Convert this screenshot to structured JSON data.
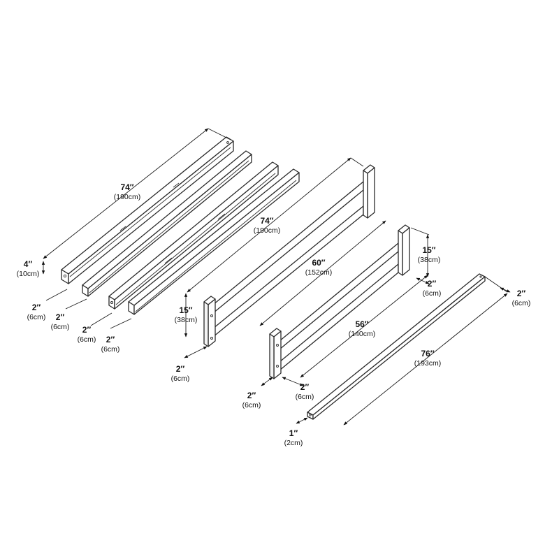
{
  "dimensions": {
    "rail_length": {
      "value": "74″",
      "metric": "(190cm)"
    },
    "rail_height": {
      "value": "4″",
      "metric": "(10cm)"
    },
    "rail_depth_1": {
      "value": "2″",
      "metric": "(6cm)"
    },
    "rail_depth_2": {
      "value": "2″",
      "metric": "(6cm)"
    },
    "rail_depth_3": {
      "value": "2″",
      "metric": "(6cm)"
    },
    "rail_depth_4": {
      "value": "2″",
      "metric": "(6cm)"
    },
    "long_guard_length": {
      "value": "74″",
      "metric": "(190cm)"
    },
    "long_guard_height": {
      "value": "15″",
      "metric": "(38cm)"
    },
    "long_guard_depth": {
      "value": "2″",
      "metric": "(6cm)"
    },
    "short_guard_outer": {
      "value": "60″",
      "metric": "(152cm)"
    },
    "short_guard_height": {
      "value": "15″",
      "metric": "(38cm)"
    },
    "short_guard_post_depth": {
      "value": "2″",
      "metric": "(6cm)"
    },
    "short_guard_inner": {
      "value": "56″",
      "metric": "(140cm)"
    },
    "short_guard_depth_left": {
      "value": "2″",
      "metric": "(6cm)"
    },
    "short_guard_depth_right": {
      "value": "2″",
      "metric": "(6cm)"
    },
    "slat_length": {
      "value": "76″",
      "metric": "(193cm)"
    },
    "slat_width": {
      "value": "2″",
      "metric": "(6cm)"
    },
    "slat_thickness": {
      "value": "1″",
      "metric": "(2cm)"
    }
  }
}
